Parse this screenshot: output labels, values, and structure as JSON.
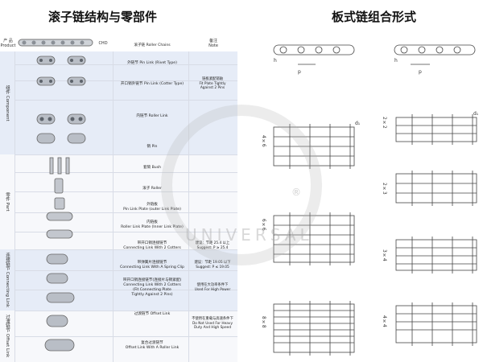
{
  "titles": {
    "left": "滚子链结构与零部件",
    "right": "板式链组合形式"
  },
  "header": {
    "product": "产 品\nProduct",
    "code": "CHD",
    "note": "备注\nNote"
  },
  "groups": [
    {
      "label": "组件 Component"
    },
    {
      "label": "零件 Part"
    },
    {
      "label": "连接链节 Connecting Link"
    },
    {
      "label": "过渡链节 Offset Link"
    }
  ],
  "rows": [
    {
      "name": "滚子链 Roller Chains",
      "note": ""
    },
    {
      "name": "外链节 Pin Link (Rivet Type)",
      "note": ""
    },
    {
      "name": "开口销外链节 Pin Link (Cotter Type)",
      "note": "链板紧配销轴\nFit Plate Tightly\nAgainst 2 Pins"
    },
    {
      "name": "内链节 Roller Link",
      "note": ""
    },
    {
      "name": "销 Pin",
      "note": ""
    },
    {
      "name": "套筒 Bush",
      "note": ""
    },
    {
      "name": "滚子 Roller",
      "note": ""
    },
    {
      "name": "外链板\nPin Link Plate (outer Link Plate)",
      "note": ""
    },
    {
      "name": "内链板\nRoller Link Plate (Inner Link Plate)",
      "note": ""
    },
    {
      "name": "带开口销连接链节\nConnecting Link With 2 Cotters",
      "note": "建议：节距 25.4 以上\nSuggest: P ≥ 25.4"
    },
    {
      "name": "带弹簧片连接链节\nConnecting Link With A Spring Clip",
      "note": "建议：节距 19.05 以下\nSuggest: P ≤ 19.05"
    },
    {
      "name": "带开口销连接链节(连接片与销紧配)\nConnecting Link With 2 Cotters\n(Fit Connecting Plate\nTightly Against 2 Pins)",
      "note": "使用在大功率条件下\nUsed For High Power"
    },
    {
      "name": "过渡链节 Offset Link",
      "note": "不使用在重载与高速条件下\nDo Not Used For Heavy\nDuty And High Speed"
    },
    {
      "name": "复合过渡链节\nOffset Link With A Roller Link",
      "note": ""
    }
  ],
  "diagrams": {
    "top_labels": {
      "h": "h",
      "p": "p"
    },
    "dim": "d₁",
    "combos": [
      "4×6",
      "2×2",
      "6×6",
      "2×3",
      "3×4",
      "8×8",
      "4×4"
    ]
  },
  "watermark": {
    "text": "UNIVERSAL",
    "mark": "®"
  }
}
